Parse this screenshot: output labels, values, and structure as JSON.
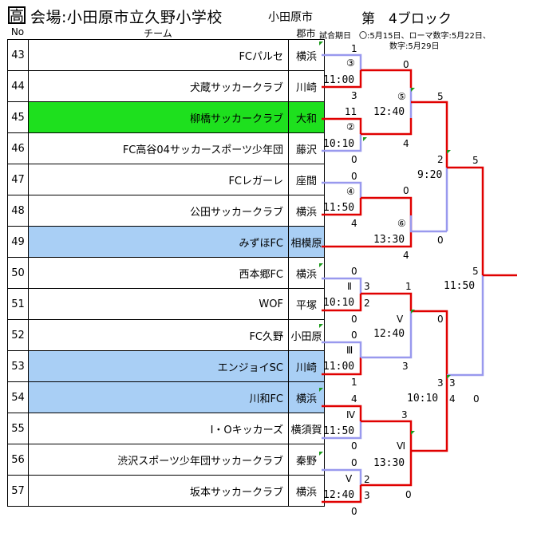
{
  "header": {
    "mark": "高",
    "venue": "会場:小田原市立久野小学校",
    "city": "小田原市",
    "block": "第　4ブロック"
  },
  "notes": {
    "line1": "試合期日　〇:5月15日、ローマ数字:5月22日、",
    "line2": "数字:5月29日"
  },
  "columns": {
    "no": "No",
    "team": "チーム",
    "city": "郡市"
  },
  "teams": [
    {
      "no": "43",
      "name": "FCパルセ",
      "city": "横浜"
    },
    {
      "no": "44",
      "name": "犬蔵サッカークラブ",
      "city": "川崎"
    },
    {
      "no": "45",
      "name": "柳橋サッカークラブ",
      "city": "大和"
    },
    {
      "no": "46",
      "name": "FC高谷04サッカースポーツ少年団",
      "city": "藤沢"
    },
    {
      "no": "47",
      "name": "FCレガーレ",
      "city": "座間"
    },
    {
      "no": "48",
      "name": "公田サッカークラブ",
      "city": "横浜"
    },
    {
      "no": "49",
      "name": "みずほFC",
      "city": "相模原"
    },
    {
      "no": "50",
      "name": "西本郷FC",
      "city": "横浜"
    },
    {
      "no": "51",
      "name": "WOF",
      "city": "平塚"
    },
    {
      "no": "52",
      "name": "FC久野",
      "city": "小田原"
    },
    {
      "no": "53",
      "name": "エンジョイSC",
      "city": "川崎"
    },
    {
      "no": "54",
      "name": "川和FC",
      "city": "横浜"
    },
    {
      "no": "55",
      "name": "I・Oキッカーズ",
      "city": "横須賀"
    },
    {
      "no": "56",
      "name": "渋沢スポーツ少年団サッカークラブ",
      "city": "秦野"
    },
    {
      "no": "57",
      "name": "坂本サッカークラブ",
      "city": "横浜"
    }
  ],
  "bracket": {
    "m3": {
      "id": "③",
      "time": "11:00",
      "top": "1",
      "bottom": "3"
    },
    "m2": {
      "id": "②",
      "time": "10:10",
      "top": "11",
      "bottom": "0"
    },
    "m4": {
      "id": "④",
      "time": "11:50",
      "top": "0",
      "bottom": "4"
    },
    "m5": {
      "id": "⑤",
      "time": "12:40",
      "top": "0",
      "bottom": "4"
    },
    "m6": {
      "id": "⑥",
      "time": "13:30",
      "top": "0",
      "bottom": "4"
    },
    "r2": {
      "id": "2",
      "time": "9:20",
      "top": "5",
      "bottom": "0"
    },
    "mII": {
      "id": "Ⅱ",
      "time": "10:10",
      "top": "0",
      "right_top": "3",
      "right_bottom": "2",
      "bottom": "0"
    },
    "mIII": {
      "id": "Ⅲ",
      "time": "11:00",
      "top": "0",
      "bottom": "1"
    },
    "mIV": {
      "id": "Ⅳ",
      "time": "11:50",
      "top": "4",
      "bottom": "0"
    },
    "mV2": {
      "id": "Ⅴ",
      "time": "12:40",
      "top": "0",
      "right_top": "2",
      "right_bottom": "3",
      "bottom": "0"
    },
    "mV": {
      "id": "Ⅴ",
      "time": "12:40",
      "top": "1",
      "bottom": "3"
    },
    "mVI": {
      "id": "Ⅵ",
      "time": "13:30",
      "top": "3",
      "bottom": "0"
    },
    "r3": {
      "id": "3",
      "time": "10:10",
      "top": "0",
      "bottom": "3",
      "right_top": "3",
      "right_bottom": "4"
    },
    "final": {
      "id": "5",
      "time": "11:50",
      "top": "5",
      "bottom": "0"
    }
  },
  "colors": {
    "win": "#e00000",
    "lose": "#9999ee",
    "green": "#1ee01e",
    "blue": "#a9cff5"
  }
}
